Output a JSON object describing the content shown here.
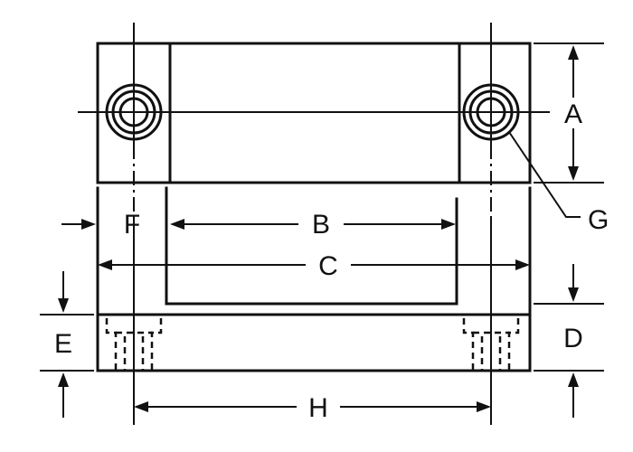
{
  "labels": {
    "a": "A",
    "b": "B",
    "c": "C",
    "d": "D",
    "e": "E",
    "f": "F",
    "g": "G",
    "h": "H"
  },
  "colors": {
    "ink": "#111111",
    "paper": "#ffffff"
  }
}
